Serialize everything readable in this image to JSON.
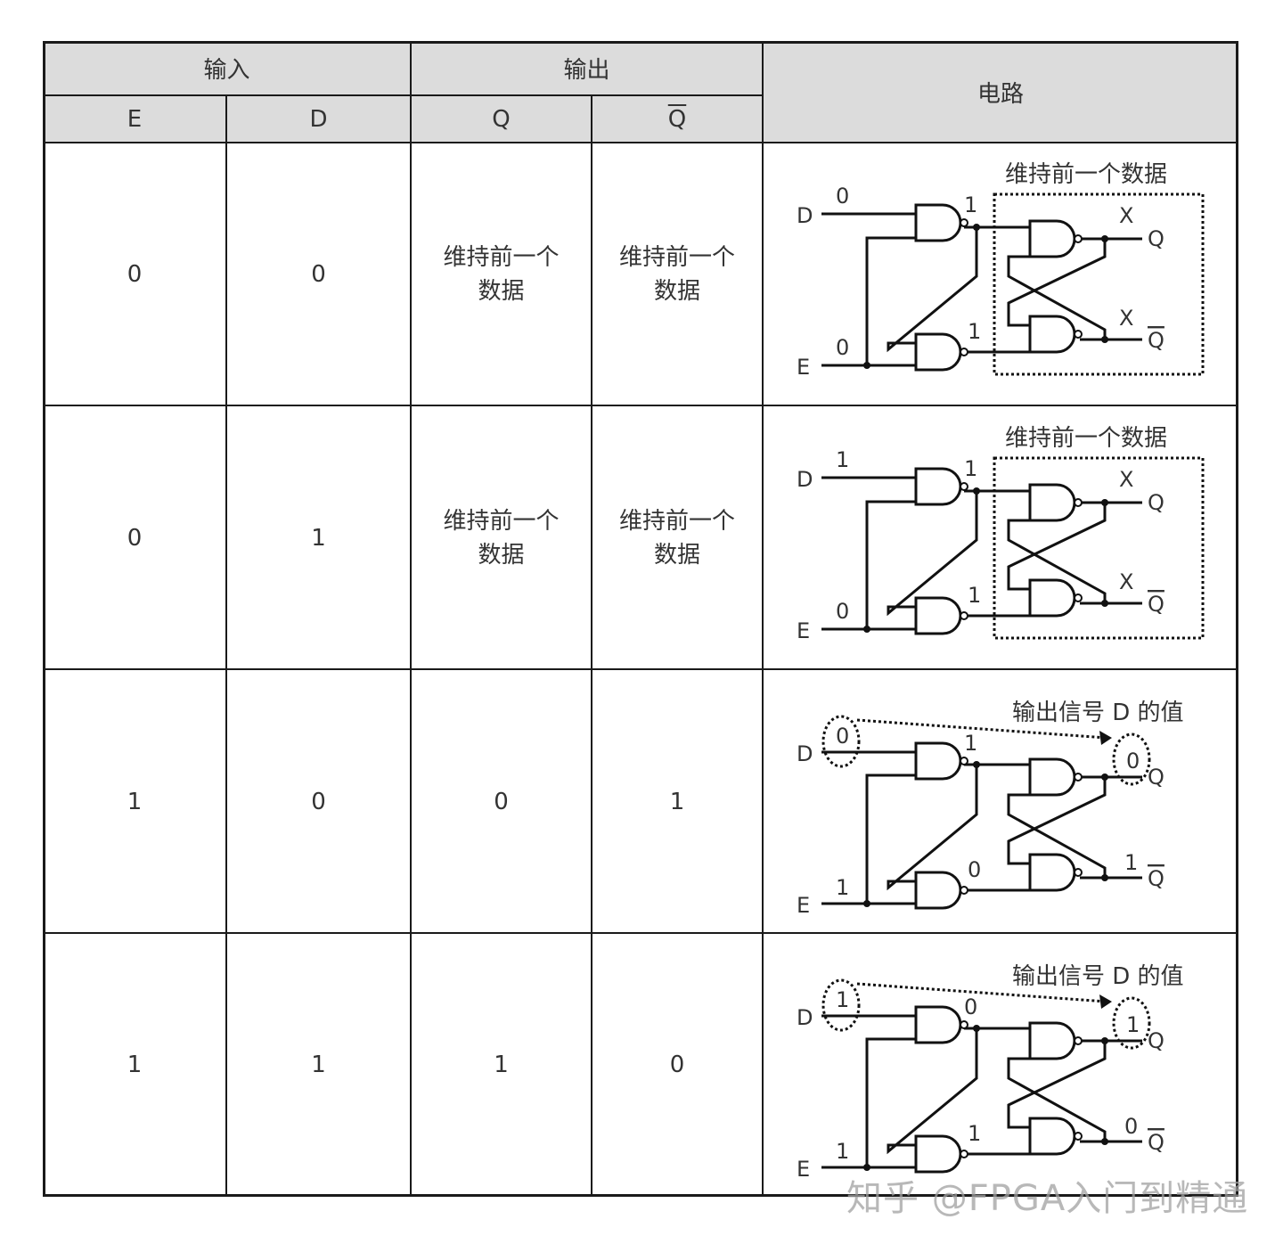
{
  "header": {
    "inputs_label": "输入",
    "outputs_label": "输出",
    "circuit_label": "电路",
    "col_e": "E",
    "col_d": "D",
    "col_q": "Q",
    "col_qbar": "Q"
  },
  "rows": [
    {
      "e": "0",
      "d": "0",
      "q_line1": "维持前一个",
      "q_line2": "数据",
      "qbar_line1": "维持前一个",
      "qbar_line2": "数据",
      "circuit": {
        "caption": "维持前一个数据",
        "d_val": "0",
        "e_val": "0",
        "nand1_out": "1",
        "nand2_out": "1",
        "q_out": "X",
        "qbar_out": "X",
        "mode": "hold"
      }
    },
    {
      "e": "0",
      "d": "1",
      "q_line1": "维持前一个",
      "q_line2": "数据",
      "qbar_line1": "维持前一个",
      "qbar_line2": "数据",
      "circuit": {
        "caption": "维持前一个数据",
        "d_val": "1",
        "e_val": "0",
        "nand1_out": "1",
        "nand2_out": "1",
        "q_out": "X",
        "qbar_out": "X",
        "mode": "hold"
      }
    },
    {
      "e": "1",
      "d": "0",
      "q_line1": "0",
      "q_line2": "",
      "qbar_line1": "1",
      "qbar_line2": "",
      "circuit": {
        "caption": "输出信号 D 的值",
        "d_val": "0",
        "e_val": "1",
        "nand1_out": "1",
        "nand2_out": "0",
        "q_out": "0",
        "qbar_out": "1",
        "mode": "pass"
      }
    },
    {
      "e": "1",
      "d": "1",
      "q_line1": "1",
      "q_line2": "",
      "qbar_line1": "0",
      "qbar_line2": "",
      "circuit": {
        "caption": "输出信号 D 的值",
        "d_val": "1",
        "e_val": "1",
        "nand1_out": "0",
        "nand2_out": "1",
        "q_out": "1",
        "qbar_out": "0",
        "mode": "pass"
      }
    }
  ],
  "labels": {
    "d_pin": "D",
    "e_pin": "E",
    "q_pin": "Q",
    "qbar_pin": "Q"
  },
  "watermark": "知乎 @FPGA入门到精通"
}
